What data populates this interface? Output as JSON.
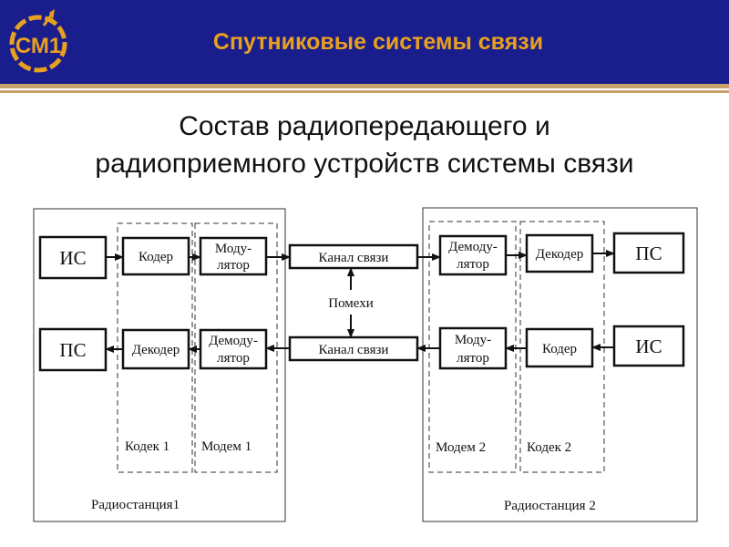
{
  "header": {
    "title": "Спутниковые системы связи",
    "logo_text": "СМ1",
    "logo_icon": "satellite-logo-icon",
    "colors": {
      "band": "#1a1e8c",
      "title": "#e8a020",
      "stripe": "#c8a06a"
    }
  },
  "subtitle": {
    "line1": "Состав радиопередающего и",
    "line2": "радиоприемного устройств системы связи"
  },
  "diagram": {
    "station1": {
      "label": "Радиостанция1",
      "source": "ИС",
      "sink": "ПС",
      "codec": {
        "label": "Кодек 1",
        "coder": "Кодер",
        "decoder": "Декодер"
      },
      "modem": {
        "label": "Модем 1",
        "modulator": [
          "Моду-",
          "лятор"
        ],
        "demodulator": [
          "Демоду-",
          "лятор"
        ]
      }
    },
    "channel": {
      "forward": "Канал связи",
      "backward": "Канал связи",
      "noise": "Помехи"
    },
    "station2": {
      "label": "Радиостанция 2",
      "source": "ИС",
      "sink": "ПС",
      "codec": {
        "label": "Кодек 2",
        "coder": "Кодер",
        "decoder": "Декодер"
      },
      "modem": {
        "label": "Модем 2",
        "modulator": [
          "Моду-",
          "лятор"
        ],
        "demodulator": [
          "Демоду-",
          "лятор"
        ]
      }
    }
  }
}
